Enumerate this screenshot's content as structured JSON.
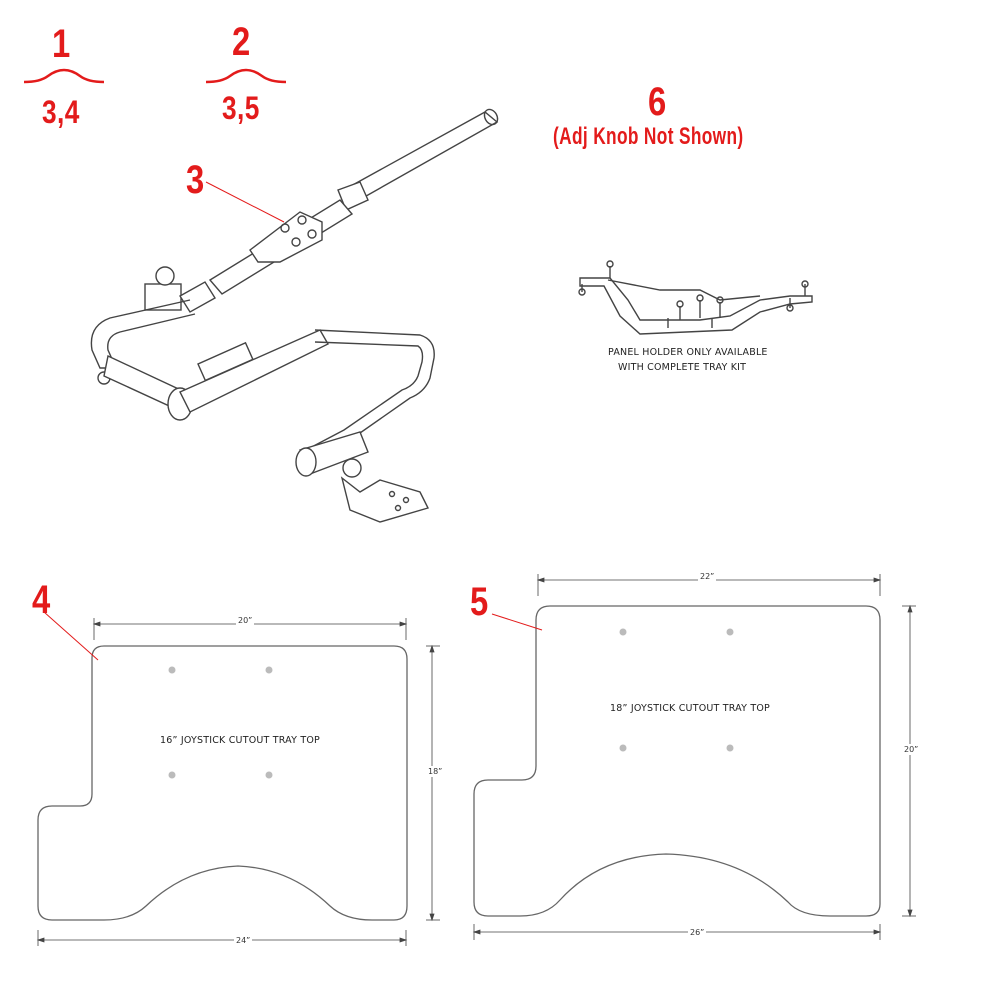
{
  "callouts": {
    "c1": "1",
    "c1_sub": "3,4",
    "c2": "2",
    "c2_sub": "3,5",
    "c3": "3",
    "c4": "4",
    "c5": "5",
    "c6": "6",
    "c6_note": "(Adj Knob Not Shown)"
  },
  "panel_holder": {
    "caption_line1": "PANEL HOLDER ONLY AVAILABLE",
    "caption_line2": "WITH COMPLETE TRAY KIT"
  },
  "tray_16": {
    "label": "16” JOYSTICK CUTOUT TRAY TOP",
    "dim_top": "20”",
    "dim_side": "18”",
    "dim_bottom": "24”"
  },
  "tray_18": {
    "label": "18” JOYSTICK CUTOUT TRAY TOP",
    "dim_top": "22”",
    "dim_side": "20”",
    "dim_bottom": "26”"
  },
  "colors": {
    "callout": "#e31b1b",
    "line": "#555555"
  }
}
